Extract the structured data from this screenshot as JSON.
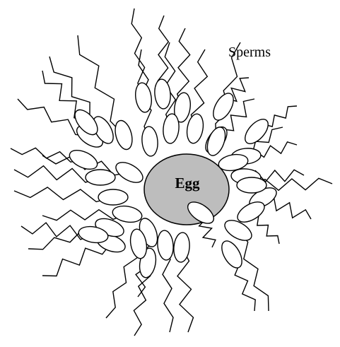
{
  "labels": {
    "sperms": "Sperms",
    "egg": "Egg"
  },
  "colors": {
    "egg_fill": "#bdbdbd",
    "stroke": "#000000",
    "sperm_head_fill": "#ffffff"
  },
  "sperm_count": 36
}
